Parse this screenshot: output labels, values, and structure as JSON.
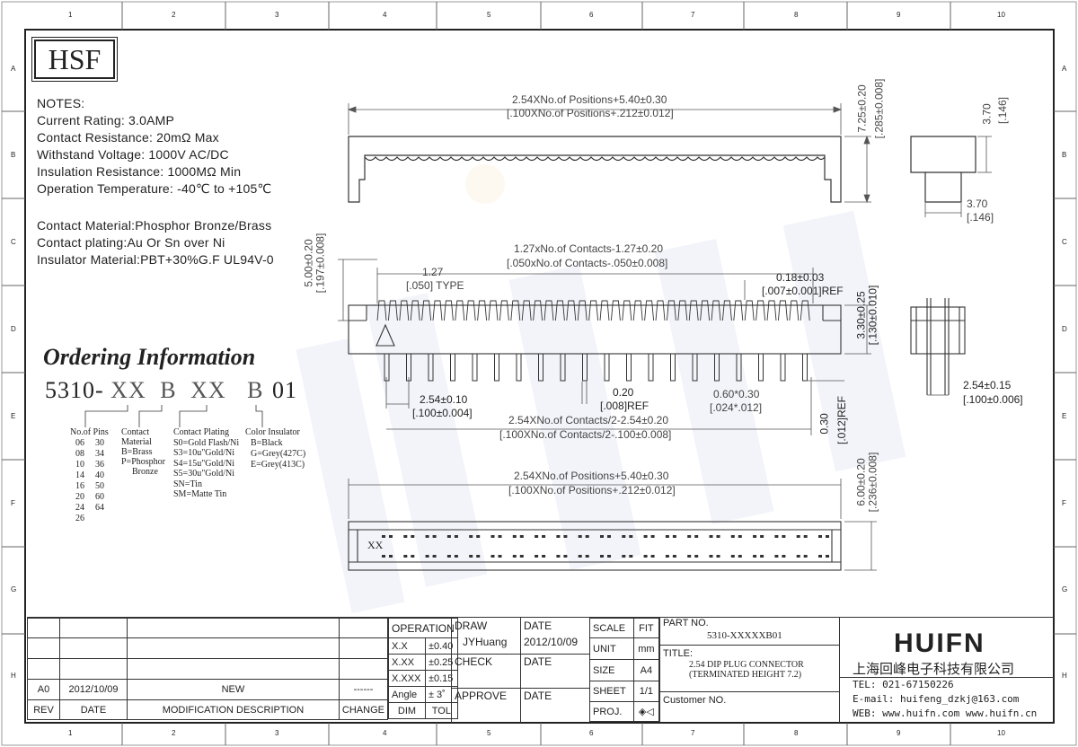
{
  "frame": {
    "col_numbers": [
      "1",
      "2",
      "3",
      "4",
      "5",
      "6",
      "7",
      "8",
      "9",
      "10"
    ],
    "row_letters": [
      "A",
      "B",
      "C",
      "D",
      "E",
      "F",
      "G",
      "H"
    ]
  },
  "logo_text": "HSF",
  "watermark": "HUIFN",
  "notes": {
    "heading": "NOTES:",
    "lines": [
      "Current Rating: 3.0AMP",
      "Contact Resistance: 20mΩ Max",
      "Withstand Voltage: 1000V AC/DC",
      "Insulation Resistance: 1000MΩ Min",
      "Operation Temperature: -40℃ to +105℃"
    ],
    "material_lines": [
      "Contact Material:Phosphor Bronze/Brass",
      "Contact plating:Au Or Sn over Ni",
      "Insulator Material:PBT+30%G.F UL94V-0"
    ]
  },
  "ordering": {
    "title": "Ordering Information",
    "code": {
      "prefix": "5310-",
      "p1": "XX",
      "p2": "B",
      "p3": "XX",
      "p4": "B",
      "suffix": "01"
    },
    "pins": {
      "label": "No.of Pins",
      "col1": [
        "06",
        "08",
        "10",
        "14",
        "16",
        "20",
        "24",
        "26"
      ],
      "col2": [
        "30",
        "34",
        "36",
        "40",
        "50",
        "60",
        "64"
      ]
    },
    "material": {
      "label": "Contact Material",
      "lines": [
        "B=Brass",
        "P=Phosphor",
        "Bronze"
      ]
    },
    "plating": {
      "label": "Contact Plating",
      "lines": [
        "S0=Gold Flash/Ni",
        "S3=10u\"Gold/Ni",
        "S4=15u\"Gold/Ni",
        "S5=30u\"Gold/Ni",
        "SN=Tin",
        "SM=Matte Tin"
      ]
    },
    "color": {
      "label": "Color Insulator",
      "lines": [
        "B=Black",
        "G=Grey(427C)",
        "E=Grey(413C)"
      ]
    }
  },
  "dims": {
    "top_len_mm": "2.54XNo.of Positions+5.40±0.30",
    "top_len_in": "[.100XNo.of Positions+.212±0.012]",
    "top_height_mm": "7.25±0.20",
    "top_height_in": "[.285±0.008]",
    "side_top_mm": "3.70",
    "side_top_in": "[.146]",
    "side_bot_mm": "3.70",
    "side_bot_in": "[.146]",
    "front_height_mm": "5.00±0.20",
    "front_height_in": "[.197±0.008]",
    "pitch_span_mm": "1.27xNo.of Contacts-1.27±0.20",
    "pitch_span_in": "[.050xNo.of Contacts-.050±0.008]",
    "pitch_mm": "1.27",
    "pitch_in": "[.050] TYPE",
    "tip_mm": "0.18±0.03",
    "tip_in": "[.007±0.001]REF",
    "body_height_mm": "3.30±0.25",
    "body_height_in": "[.130±0.010]",
    "row_pitch_mm": "2.54±0.10",
    "row_pitch_in": "[.100±0.004]",
    "pin_w_mm": "0.20",
    "pin_w_in": "[.008]REF",
    "pin_size_mm": "0.60*0.30",
    "pin_size_in": "[.024*.012]",
    "bottom_span_mm": "2.54XNo.of Contacts/2-2.54±0.20",
    "bottom_span_in": "[.100XNo.of Contacts/2-.100±0.008]",
    "pin_off_mm": "0.30",
    "pin_off_in": "[.012]REF",
    "side_pitch_mm": "2.54±0.15",
    "side_pitch_in": "[.100±0.006]",
    "bottom_len_mm": "2.54XNo.of Positions+5.40±0.30",
    "bottom_len_in": "[.100XNo.of Positions+.212±0.012]",
    "bottom_height_mm": "6.00±0.20",
    "bottom_height_in": "[.236±0.008]",
    "bottom_marker": "XX"
  },
  "title_block": {
    "rev_row": {
      "rev": "A0",
      "date": "2012/10/09",
      "desc": "NEW",
      "change": "------"
    },
    "headers": {
      "rev": "REV",
      "date": "DATE",
      "desc": "MODIFICATION  DESCRIPTION",
      "change": "CHANGE"
    },
    "operation": {
      "label": "OPERATION",
      "rows": [
        [
          "X.X",
          "±0.40"
        ],
        [
          "X.XX",
          "±0.25"
        ],
        [
          "X.XXX",
          "±0.15"
        ],
        [
          "Angle",
          "± 3˚"
        ]
      ],
      "dim": "DIM",
      "tol": "TOL"
    },
    "draw": "DRAW",
    "drawer": "JYHuang",
    "date_label": "DATE",
    "draw_date": "2012/10/09",
    "check": "CHECK",
    "check_date": "DATE",
    "approve": "APPROVE",
    "approve_date": "DATE",
    "scale": "SCALE",
    "fit": "FIT",
    "unit": "UNIT",
    "unit_val": "mm",
    "size": "SIZE",
    "size_val": "A4",
    "sheet": "SHEET",
    "sheet_val": "1/1",
    "proj": "PROJ.",
    "part_no_label": "PART NO.",
    "part_no": "5310-XXXXXB01",
    "title_label": "TITLE:",
    "title_line1": "2.54 DIP PLUG CONNECTOR",
    "title_line2": "(TERMINATED HEIGHT 7.2)",
    "customer": "Customer NO.",
    "company_logo": "HUIFN",
    "company_name": "上海回峰电子科技有限公司",
    "tel": "TEL: 021-67150226",
    "email": "E-mail: huifeng_dzkj@163.com",
    "web": "WEB: www.huifn.com  www.huifn.cn"
  }
}
